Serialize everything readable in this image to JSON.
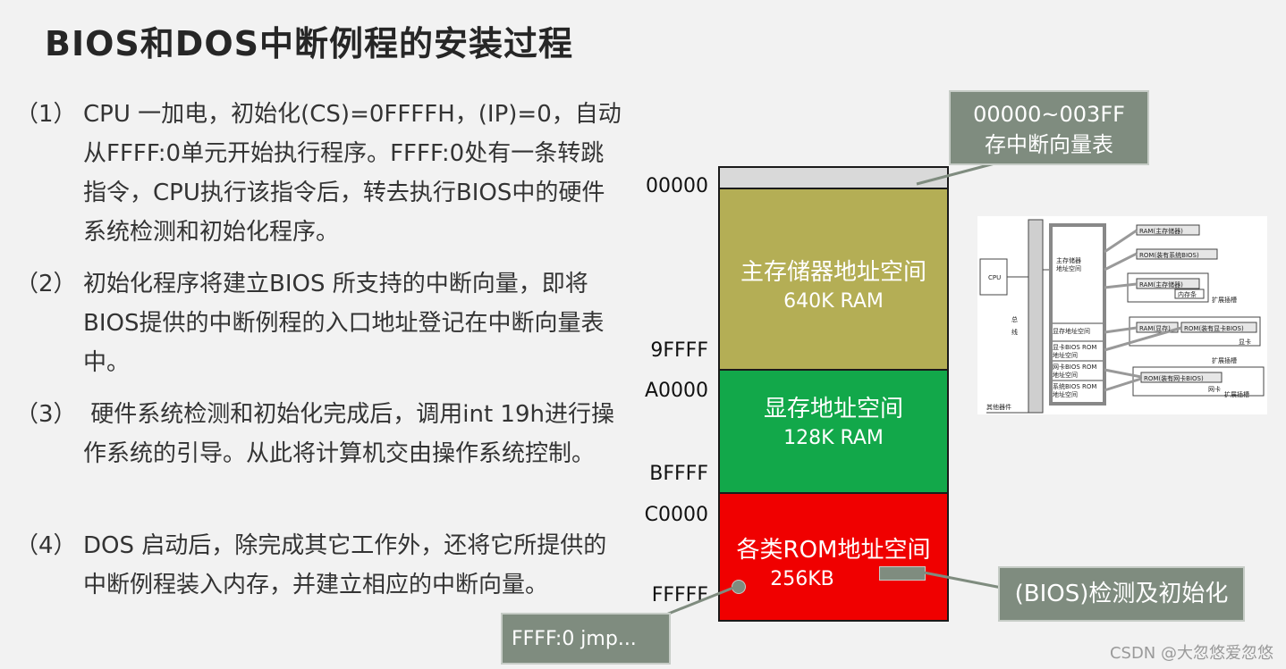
{
  "title": "BIOS和DOS中断例程的安装过程",
  "steps": [
    {
      "num": "（1）",
      "text": "CPU 一加电，初始化(CS)=0FFFFH，(IP)=0，自动从FFFF:0单元开始执行程序。FFFF:0处有一条转跳指令，CPU执行该指令后，转去执行BIOS中的硬件系统检测和初始化程序。"
    },
    {
      "num": "（2）",
      "text": "初始化程序将建立BIOS 所支持的中断向量，即将BIOS提供的中断例程的入口地址登记在中断向量表中。"
    },
    {
      "num": "（3）",
      "text": " 硬件系统检测和初始化完成后，调用int 19h进行操作系统的引导。从此将计算机交由操作系统控制。"
    },
    {
      "num": "（4）",
      "text": "DOS 启动后，除完成其它工作外，还将它所提供的中断例程装入内存，并建立相应的中断向量。"
    }
  ],
  "memory_map": {
    "addresses": [
      "00000",
      "9FFFF",
      "A0000",
      "BFFFF",
      "C0000",
      "FFFFF"
    ],
    "blocks": [
      {
        "name": "主存储器地址空间",
        "size": "640K RAM",
        "color": "#b4ae55"
      },
      {
        "name": "显存地址空间",
        "size": "128K RAM",
        "color": "#12a84a"
      },
      {
        "name": "各类ROM地址空间",
        "size": "256KB",
        "color": "#f00000"
      }
    ],
    "ivt_color": "#d9d9d9"
  },
  "callouts": {
    "ivt_line1": "00000~003FF",
    "ivt_line2": "存中断向量表",
    "bios": "(BIOS)检测及初始化",
    "jmp": "FFFF:0 jmp..."
  },
  "bus_diagram": {
    "cpu": "CPU",
    "bus_char1": "总",
    "bus_char2": "线",
    "other": "其他器件",
    "main_mem_1": "主存储器",
    "main_mem_2": "地址空间",
    "vram_space": "显存地址空间",
    "vbios_1": "显卡BIOS ROM",
    "vbios_2": "地址空间",
    "nbios_1": "网卡BIOS ROM",
    "nbios_2": "地址空间",
    "sbios_1": "系统BIOS ROM",
    "sbios_2": "地址空间",
    "ram_main": "RAM(主存储器)",
    "rom_sys": "ROM(装有系统BIOS)",
    "ram_main2": "RAM(主存储器)",
    "mem_bar": "内存条",
    "slot1": "扩展插槽",
    "ram_vram": "RAM(显存)",
    "rom_vbios": "ROM(装有显卡BIOS)",
    "vcard": "显卡",
    "slot2": "扩展插槽",
    "rom_nbios": "ROM(装有网卡BIOS)",
    "ncard": "网卡",
    "slot3": "扩展插槽"
  },
  "watermark": "CSDN @大忽悠爱忽悠"
}
